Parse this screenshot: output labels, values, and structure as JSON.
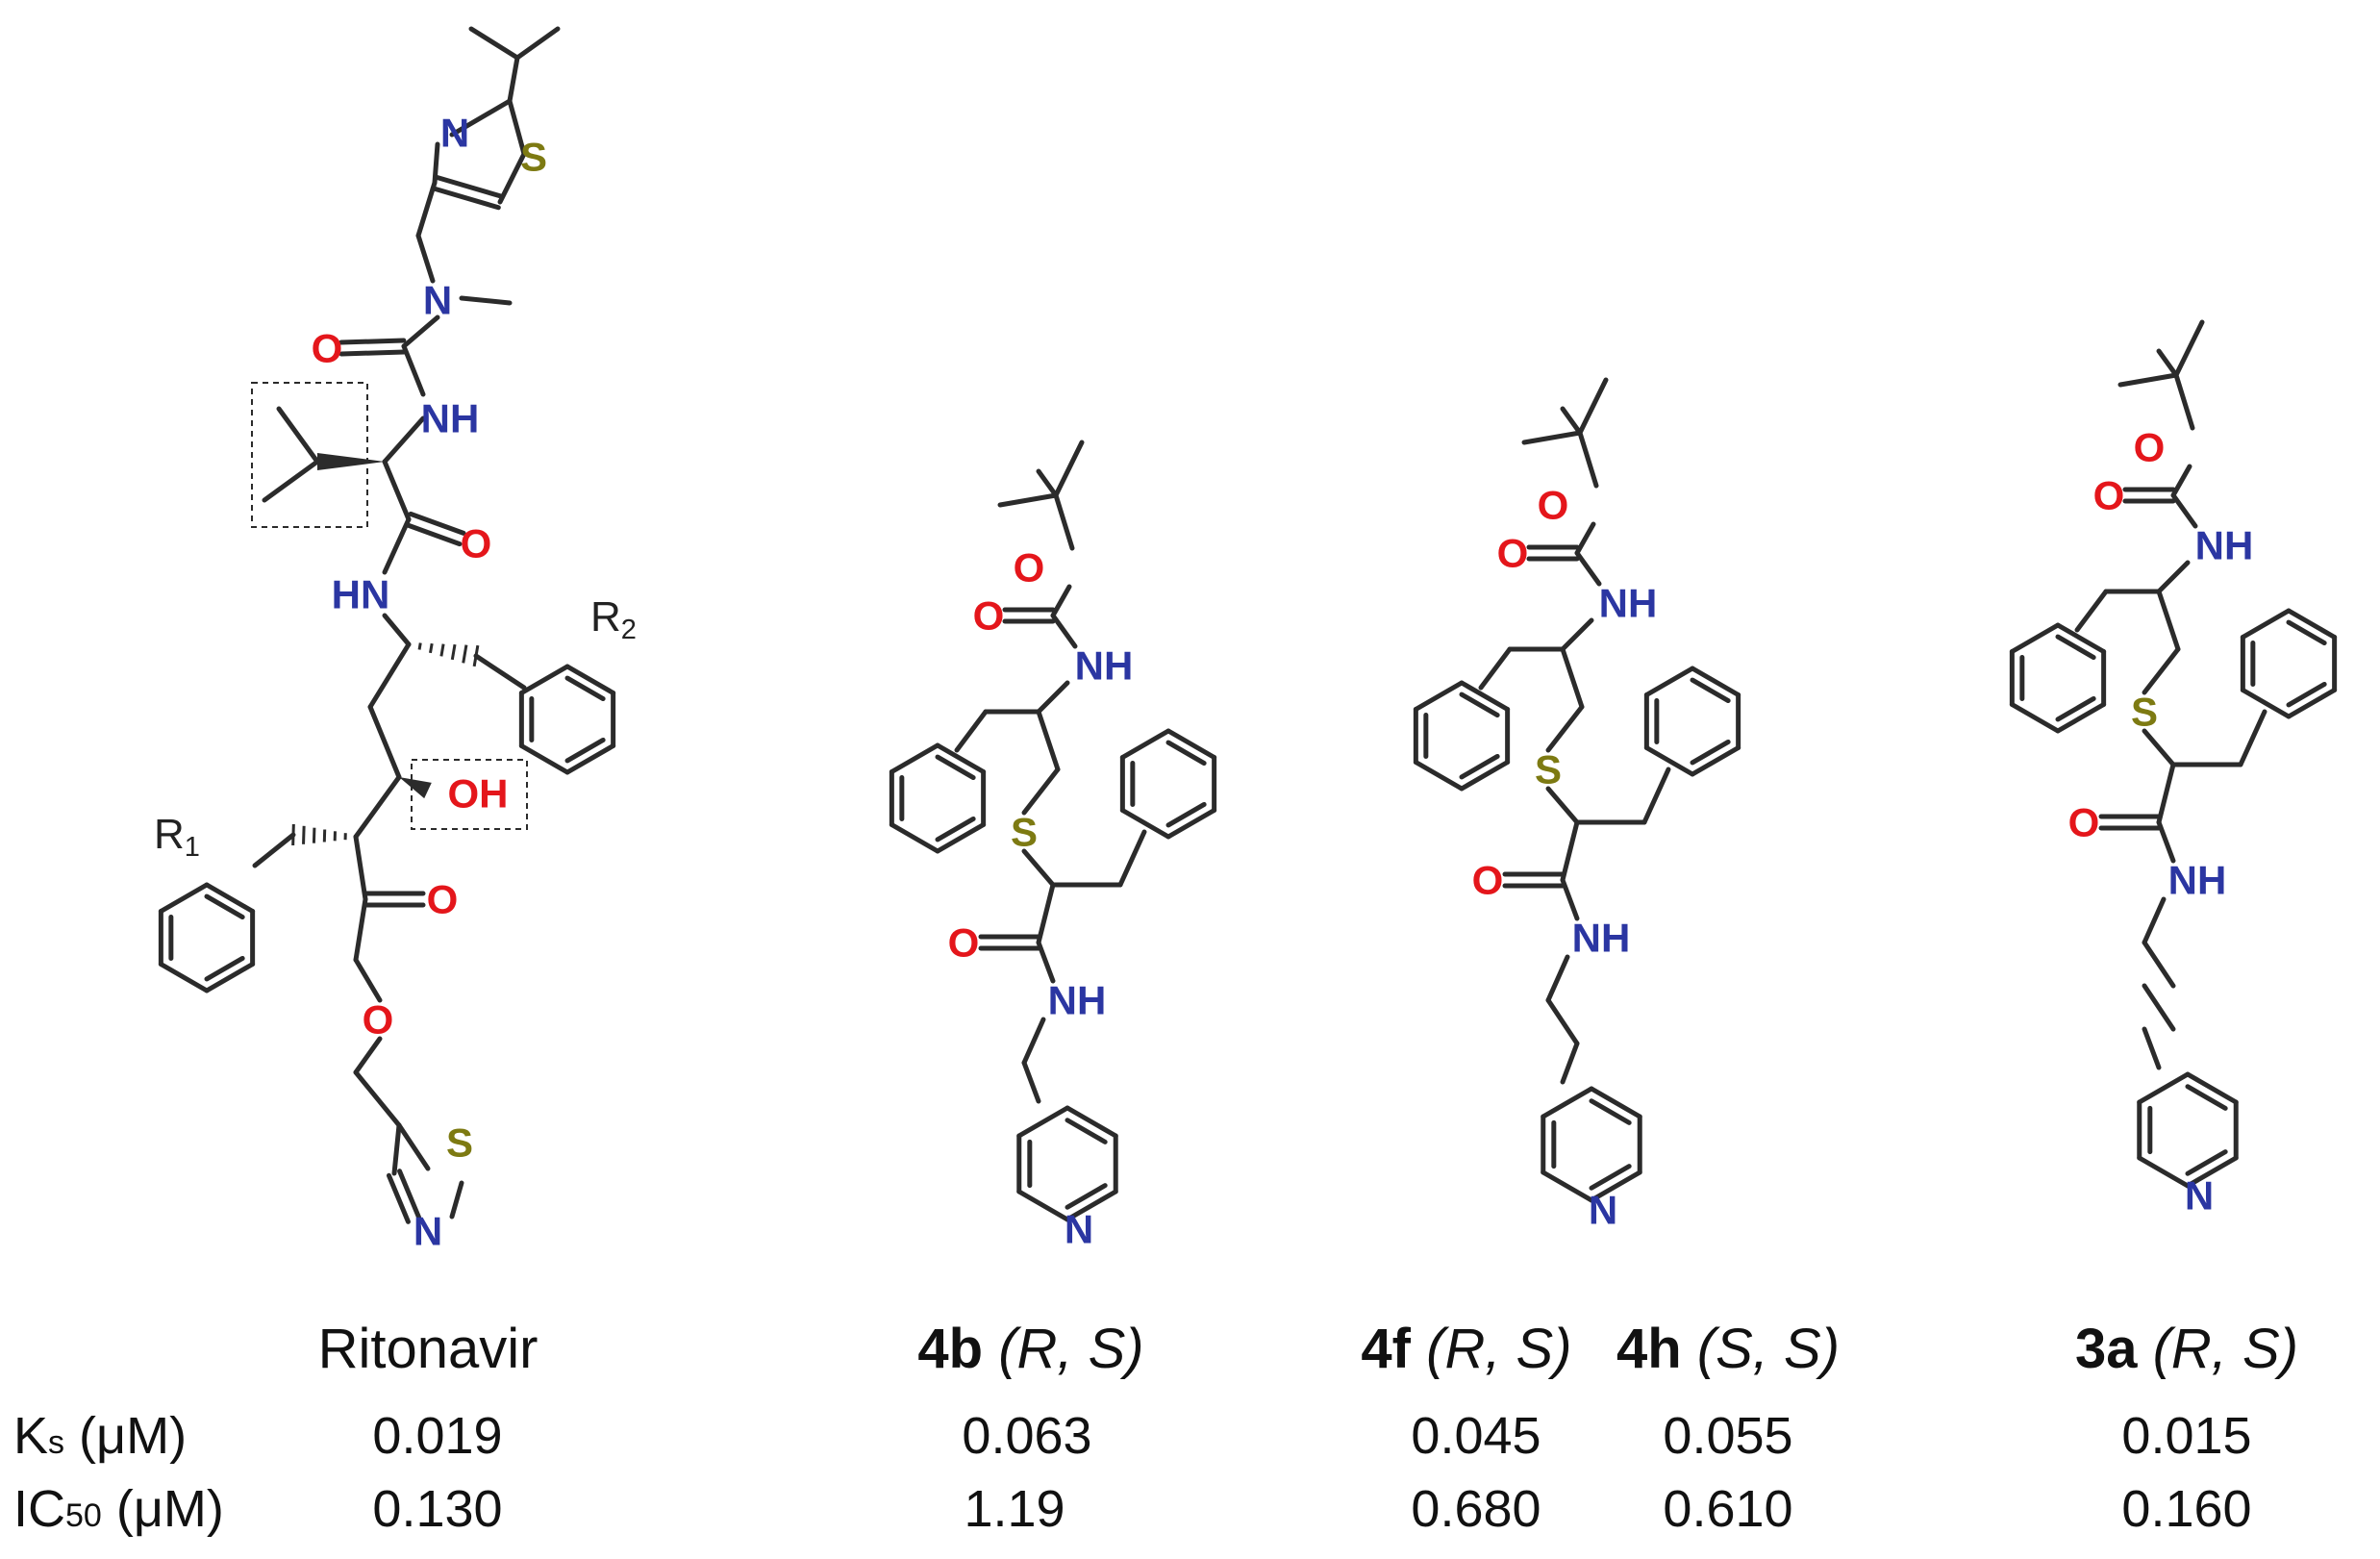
{
  "atoms": {
    "N": "N",
    "S": "S",
    "O": "O",
    "NH": "NH",
    "HN": "HN",
    "OH": "OH"
  },
  "colors": {
    "nitrogen": "#2b36a2",
    "oxygen": "#e4161b",
    "sulfur": "#7d7a12",
    "carbon": "#2b2b2b"
  },
  "r_labels": {
    "r1_letter": "R",
    "r1_sub": "1",
    "r2_letter": "R",
    "r2_sub": "2"
  },
  "compounds": [
    {
      "id": "",
      "plain": "Ritonavir",
      "stereo": "",
      "ks": "0.019",
      "ic50": "0.130"
    },
    {
      "id": "4b",
      "plain": "",
      "stereo": "(R, S)",
      "ks": "0.063",
      "ic50": "1.19"
    },
    {
      "id": "4f",
      "plain": "",
      "stereo": "(R, S)",
      "ks": "0.045",
      "ic50": "0.680"
    },
    {
      "id": "4h",
      "plain": "",
      "stereo": "(S, S)",
      "ks": "0.055",
      "ic50": "0.610"
    },
    {
      "id": "3a",
      "plain": "",
      "stereo": "(R, S)",
      "ks": "0.015",
      "ic50": "0.160"
    }
  ],
  "table": {
    "ks_label_main": "K",
    "ks_label_sub": "s",
    "ks_label_unit": " (μM)",
    "ic50_label_main": "IC",
    "ic50_label_sub": "50",
    "ic50_label_unit": " (μM)"
  }
}
